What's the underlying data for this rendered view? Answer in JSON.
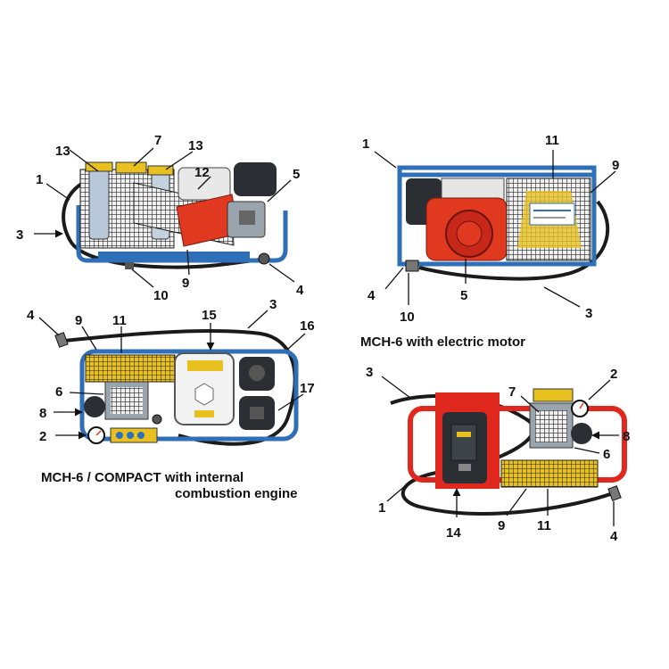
{
  "colors": {
    "frame_blue": "#2f6fb7",
    "frame_red": "#e0281e",
    "engine_red": "#e1391f",
    "hose_black": "#1b1b1b",
    "mesh_dark": "#2a2a2a",
    "filter_yellow": "#e8c020",
    "motor_dark": "#2b2f33"
  },
  "captions": {
    "electric": "MCH-6 with electric motor",
    "compact_line1": "MCH-6 / COMPACT with internal",
    "compact_line2": "combustion engine"
  },
  "panels": {
    "top_left": {
      "callouts": [
        "13",
        "7",
        "13",
        "12",
        "5",
        "1",
        "3",
        "10",
        "9",
        "4"
      ]
    },
    "top_right": {
      "callouts": [
        "1",
        "11",
        "9",
        "4",
        "5",
        "10",
        "3"
      ]
    },
    "middle_left": {
      "callouts": [
        "4",
        "9",
        "11",
        "15",
        "3",
        "16",
        "6",
        "8",
        "17",
        "2"
      ]
    },
    "bottom_right": {
      "callouts": [
        "3",
        "7",
        "2",
        "8",
        "6",
        "1",
        "14",
        "9",
        "11",
        "4"
      ]
    }
  }
}
